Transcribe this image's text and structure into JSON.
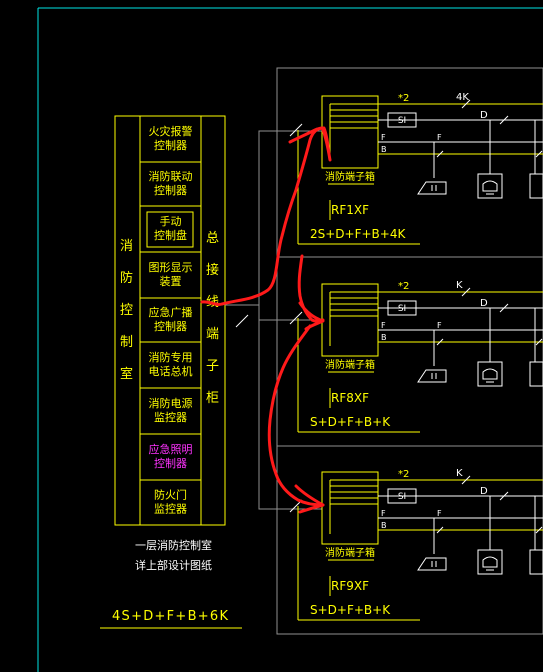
{
  "colors": {
    "background": "#000000",
    "frame": "#00e5e5",
    "line": "#ffff00",
    "wire": "#ffffff",
    "markup": "#ff1a1a",
    "highlight": "#ff33ff"
  },
  "control_room": {
    "vertical_label": "消防控制室",
    "equipment": [
      [
        "火灾报警",
        "控制器"
      ],
      [
        "消防联动",
        "控制器"
      ],
      [
        "手动",
        "控制盘"
      ],
      [
        "图形显示",
        "装置"
      ],
      [
        "应急广播",
        "控制器"
      ],
      [
        "消防专用",
        "电话总机"
      ],
      [
        "消防电源",
        "监控器"
      ],
      [
        "应急照明",
        "控制器"
      ],
      [
        "防火门",
        "监控器"
      ]
    ],
    "cabinet_label": "总接线端子柜",
    "caption": [
      "一层消防控制室",
      "详上部设计图纸"
    ],
    "main_cable": "4S+D+F+B+6K"
  },
  "floors": [
    {
      "box_label": "消防端子箱",
      "box_id": "RF1XF",
      "cable": "2S+D+F+B+4K",
      "top_count": "*2",
      "k_label": "4K"
    },
    {
      "box_label": "消防端子箱",
      "box_id": "RF8XF",
      "cable": "S+D+F+B+K",
      "top_count": "*2",
      "k_label": "K"
    },
    {
      "box_label": "消防端子箱",
      "box_id": "RF9XF",
      "cable": "S+D+F+B+K",
      "top_count": "*2",
      "k_label": "K"
    }
  ],
  "bus_letters": {
    "si": "SI",
    "d": "D",
    "f": "F",
    "b": "B"
  },
  "icons": [
    "speaker-icon",
    "telephone-icon"
  ]
}
